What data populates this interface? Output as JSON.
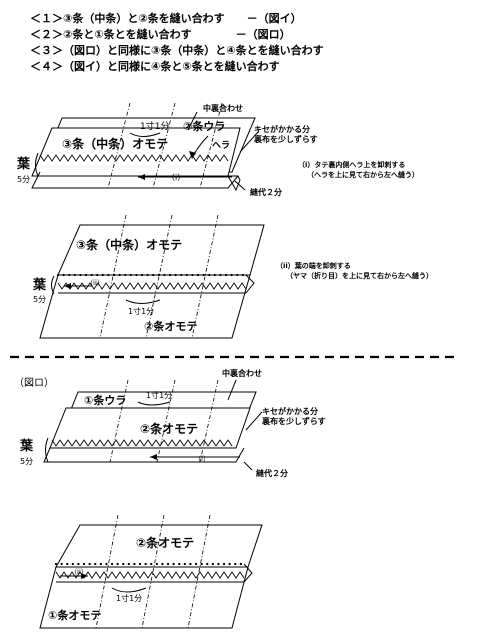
{
  "instructions": [
    "＜１＞③条（中条）と②条を縫い合わす　　－（図イ）",
    "＜２＞②条と①条とを縫い合わす　　　　－（図ロ）",
    "＜３＞（図ロ）と同様に③条（中条）と④条とを縫い合わす",
    "＜４＞（図イ）と同様に④条と⑤条とを縫い合わす"
  ],
  "fig_a": {
    "label_nakaura": "中裏合わせ",
    "label_issun": "1寸1分",
    "label_jo2_ura": "②条ウラ",
    "label_jo3_omote": "③条（中条）オモテ",
    "label_hera": "ヘラ",
    "label_kise1": "キセがかかる分",
    "label_kise2": "裏布を少しずらす",
    "label_i": "（i）",
    "note_i_1": "（i）タテ裏内側ヘラ上を卸刺する",
    "note_i_2": "（ヘラを上に見て右から左へ縫う）",
    "label_ha": "葉",
    "label_5bu": "5分",
    "label_nuishiro": "縫代２分",
    "label_jo3_omote_b": "③条（中条）オモテ",
    "label_ii": "（ii）",
    "note_ii_1": "（ii）葉の端を卸刺する",
    "note_ii_2": "（ヤマ（折り目）を上に見て右から左へ縫う）",
    "label_issun_b": "1寸1分",
    "label_jo2_omote": "②条オモテ",
    "label_ha_b": "葉",
    "label_5bu_b": "5分"
  },
  "fig_b": {
    "title": "（図ロ）",
    "label_nakaura": "中裏合わせ",
    "label_issun": "1寸1分",
    "label_jo1_ura": "①条ウラ",
    "label_jo2_omote": "②条オモテ",
    "label_kise1": "キセがかかる分",
    "label_kise2": "裏布を少しずらす",
    "label_i": "（i）",
    "label_ha": "葉",
    "label_5bu": "5分",
    "label_nuishiro": "縫代２分",
    "label_jo2_omote_b": "②条オモテ",
    "label_ii": "（ii）",
    "label_issun_b": "1寸1分",
    "label_jo1_omote": "①条オモテ"
  }
}
